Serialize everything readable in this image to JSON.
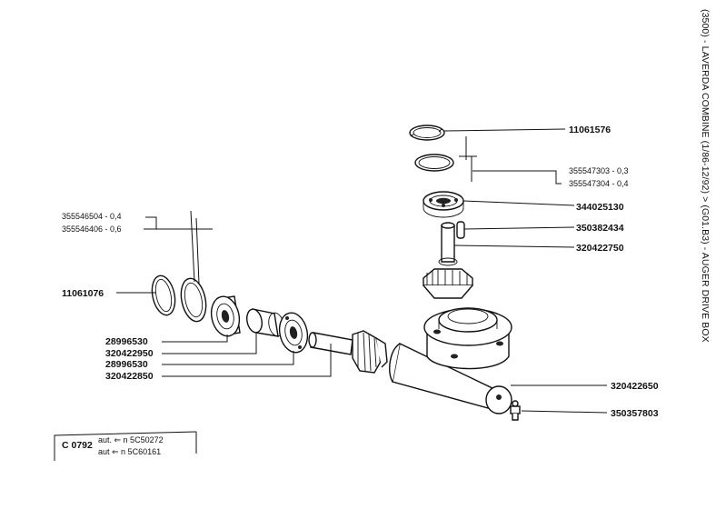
{
  "title": "(3500) - LAVERDA COMBINE (1/86-12/92) > (G01.B3) - AUGER DRIVE BOX",
  "parts": {
    "p11061576": "11061576",
    "p355547303": "355547303 - 0,3",
    "p355547304": "355547304 - 0,4",
    "p344025130": "344025130",
    "p350382434": "350382434",
    "p320422750": "320422750",
    "p355546504": "355546504 - 0,4",
    "p355546406": "355546406 - 0,6",
    "p11061076": "11061076",
    "p28996530a": "28996530",
    "p320422950": "320422950",
    "p28996530b": "28996530",
    "p320422850": "320422850",
    "p320422650": "320422650",
    "p350357803": "350357803"
  },
  "legend": {
    "code": "C 0792",
    "line1": "aut. ⇐ n  5C50272",
    "line2": "aut  ⇐ n  5C60161"
  }
}
